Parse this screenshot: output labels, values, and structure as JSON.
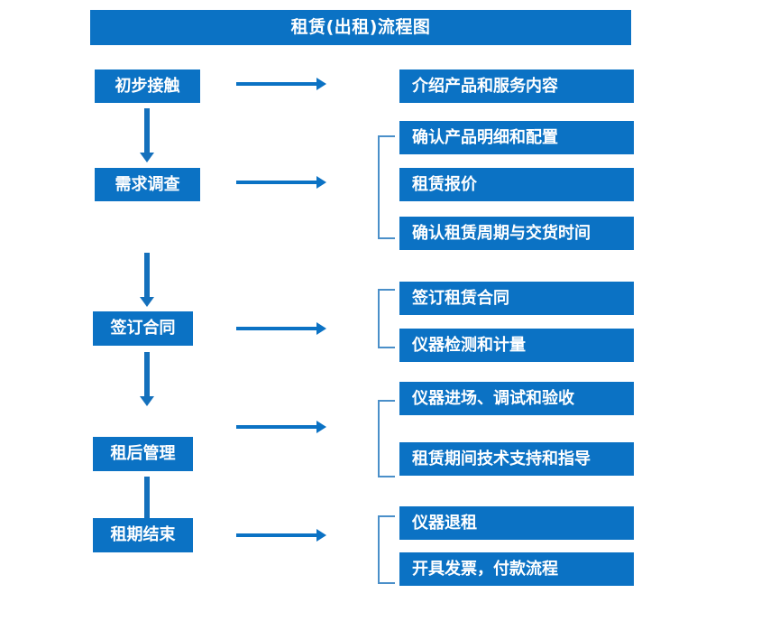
{
  "diagram": {
    "title": "租赁(出租)流程图",
    "colors": {
      "box_fill": "#0B72C4",
      "box_text": "#FFFFFF",
      "arrow": "#1470BC",
      "bracket": "#4A8FC9",
      "background": "#FFFFFF"
    },
    "stages": [
      {
        "id": "stage-1",
        "label": "初步接触",
        "tasks": [
          "介绍产品和服务内容"
        ],
        "bracketed": false
      },
      {
        "id": "stage-2",
        "label": "需求调查",
        "tasks": [
          "确认产品明细和配置",
          "租赁报价",
          "确认租赁周期与交货时间"
        ],
        "bracketed": true
      },
      {
        "id": "stage-3",
        "label": "签订合同",
        "tasks": [
          "签订租赁合同",
          "仪器检测和计量"
        ],
        "bracketed": true
      },
      {
        "id": "stage-4",
        "label": "租后管理",
        "tasks": [
          "仪器进场、调试和验收",
          "租赁期间技术支持和指导"
        ],
        "bracketed": true
      },
      {
        "id": "stage-5",
        "label": "租期结束",
        "tasks": [
          "仪器退租",
          "开具发票，付款流程"
        ],
        "bracketed": true
      }
    ],
    "icons": {
      "arrow_right": "arrow-right-icon",
      "arrow_down": "arrow-down-icon",
      "bracket": "group-bracket-icon"
    }
  }
}
